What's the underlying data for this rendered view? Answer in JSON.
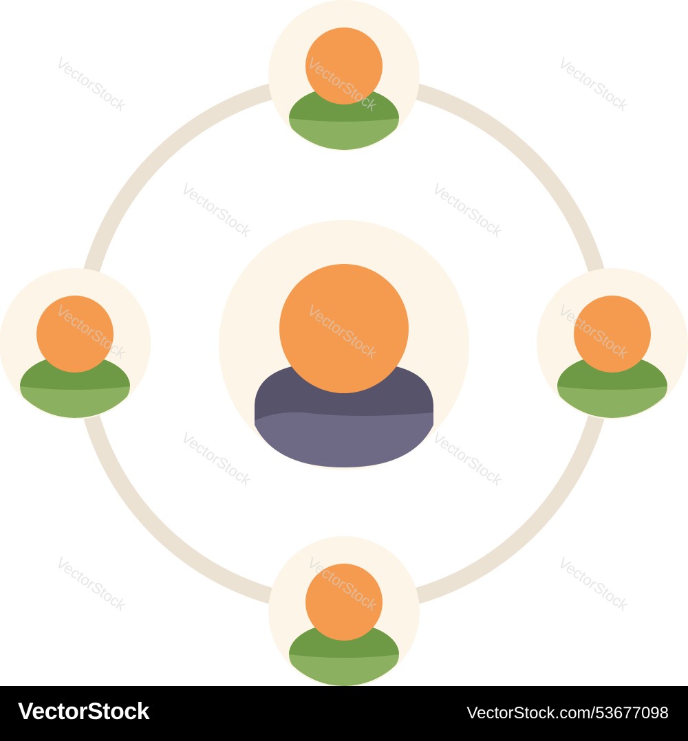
{
  "watermark": {
    "text": "VectorStock"
  },
  "footer": {
    "brand": "VectorStock",
    "image_id": "VectorStock.com/53677098"
  },
  "illustration": {
    "ring_color": "#ebe2d3",
    "halo_color": "#fdf6e8",
    "head_color": "#f59b50",
    "peer_body_color": "#8bb060",
    "peer_body_shade": "#6f9a45",
    "center_body_color": "#6e6a85",
    "center_body_shade": "#57536b"
  }
}
